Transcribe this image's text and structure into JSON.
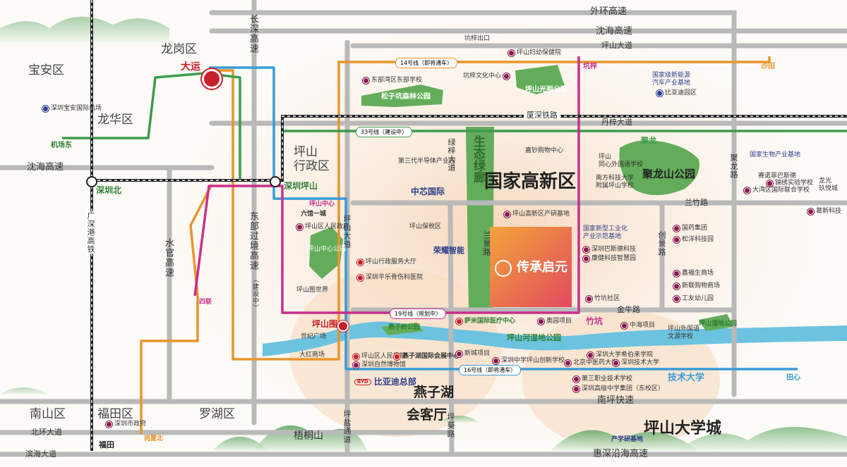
{
  "districts": {
    "longgang": "龙岗区",
    "baoan": "宝安区",
    "longhua": "龙华区",
    "pingshan_admin": "坪山\n行政区",
    "nanshan": "南山区",
    "futian": "福田区",
    "luohu": "罗湖区",
    "hightech": "国家高新区",
    "ecocorridor": "生态绿廊",
    "yanzihu": "燕子湖",
    "huiketing": "会客厅",
    "university_city": "坪山大学城",
    "wutong": "梧桐山"
  },
  "roads": {
    "waihuan": "外环高速",
    "shenhai_top": "沈海高速",
    "pingshan_ave": "坪山大道",
    "xiashen": "厦深铁路",
    "danzi": "丹梓大道",
    "lanzhu": "兰竹路",
    "jinniu": "金牛路",
    "nanping": "南坪快速",
    "huishen": "惠深沿海高速",
    "shenhai_left": "沈海高速",
    "beihuan": "北环大道",
    "binhai": "滨海大道",
    "changshen": "长深高速",
    "guangshengang": "广深港高铁",
    "shuiguan": "水官高速",
    "dongbu": "东部过境高速",
    "dongbu_note": "（建设中）",
    "pingshan_ave_v": "坪山大道",
    "pingyan": "坪盐通道",
    "pingkui": "坪葵路",
    "lanjing": "兰景路",
    "lizi": "绿梓大道",
    "chuangjing": "创景路",
    "julong": "聚龙路"
  },
  "metro": {
    "line14": "14号线（即将通车）",
    "line33": "33号线（建设中）",
    "line19": "19号线（规划中）",
    "line16": "16号线（即将通车）"
  },
  "stations": {
    "dayun": "大运",
    "shenzhenbei": "深圳北",
    "shenzhenpingshan": "深圳坪山",
    "pingshanwei": "坪山围",
    "keng": "坑梓",
    "shatian": "沙田",
    "julong": "聚龙",
    "zhukeng": "竹坑",
    "jishudaxue": "技术大学",
    "tianxin": "田心",
    "jichangdong": "机场东",
    "silian": "四联",
    "gangxiabei": "岗厦北",
    "futian": "福田",
    "pingshanzhongxin": "坪山中心",
    "hangzi_exit": "坑梓出口"
  },
  "pois": {
    "baoan_airport": "深圳宝安国际机场",
    "dongbuwan": "东部湾区东部学校",
    "songzikeng": "松子坑森林公园",
    "hangzi_culture": "坑梓文化中心",
    "pingshan_guangzu": "坪山光祖公园",
    "pingshan_maternal": "坪山妇幼保健院",
    "ev_base": "国家级新能源\n汽车产业基地",
    "bydpark": "比亚迪园区",
    "semi3": "第三代半导体产业园",
    "jiarui": "嘉钞购物中心",
    "tongxin": "坪山\n同心外国语学校",
    "nfkd": "南方科技大学\n附属坪山学校",
    "julong_park": "聚龙山公园",
    "bio_base": "国家生物产业基地",
    "saiboer": "赛诺菲巴斯德",
    "jinxiu": "锦绣实验学校",
    "dayu": "大湾区国际联合学校",
    "longguang": "龙光\n玖悦城",
    "xinwei": "葛新科技",
    "smic": "中芯国际",
    "liuguan": "六馆一城",
    "pingshan_gov": "坪山区人民政府",
    "pingshan_center_park": "坪山中心公园",
    "pingshan_bonded": "坪山保税区",
    "research_base": "坪山高新区产研基地",
    "honor": "荣耀智能",
    "mfg_demo": "国家新型工业化\n产业示范基地",
    "guoyao": "国药集团",
    "songyang": "松洋科技园",
    "shenzhen_biotech": "深圳巴斯德科技",
    "jiankang": "康健科技智慧园",
    "xiaqiu": "鑫福生商场",
    "xinyu": "新联购物商场",
    "gongyou": "工友幼儿园",
    "admin_hall": "坪山行政服务大厅",
    "pingle": "深圳平乐骨伤科医院",
    "jiarui2": "坪山图世界",
    "zhukeng_community": "竹坑社区",
    "sami": "萨米国际医疗中心",
    "aoyuan": "奥园项目",
    "zhonghai": "中海项目",
    "foreign_school": "坪山外国语\n文源学校",
    "pingshan_wetland": "坪山湿地公园",
    "shiji": "世纪广场",
    "yanzi_park": "燕子岭公园",
    "river_park": "坪山河湿地公园",
    "dahong": "大红商场",
    "people_hospital": "坪山区人民医院",
    "yanzihu_conf": "燕子湖国际会展中心",
    "nature_museum": "深圳自然博物馆",
    "xincheng": "新城项目",
    "shenzhen_middle": "深圳中学坪山创新学校",
    "beijing_tcm": "北京中医药大学",
    "hebrew": "深圳大学希伯来学院",
    "tech_univ": "深圳技术大学",
    "vocational": "第三职业技术学校",
    "senior": "深圳高级中学集团（东校区）",
    "byd_hq": "比亚迪总部",
    "research_area": "产学研基地",
    "futian_gov": "深圳市政府",
    "brand": "传承启元"
  },
  "colors": {
    "line14": "#e8952b",
    "line33": "#3e9b4a",
    "line19": "#c8308c",
    "line16": "#3a9bd5",
    "road": "#b9b9b9",
    "river": "#6cc3df",
    "park": "#63ad5a",
    "rail": "#222222",
    "accent": "#c8202a"
  }
}
